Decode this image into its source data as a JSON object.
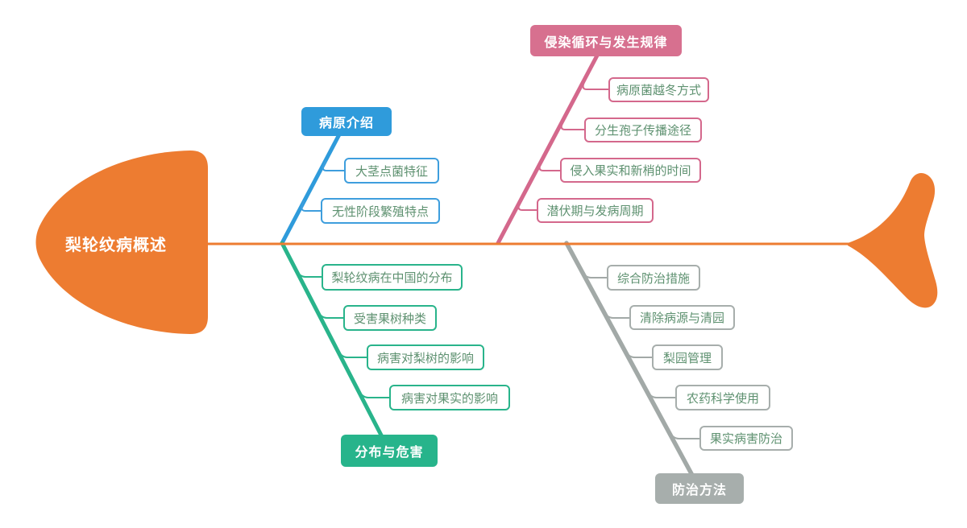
{
  "diagram": {
    "type": "fishbone-mindmap",
    "background": "#FFFFFF",
    "spine_color": "#ED7C31",
    "item_text_color": "#5E9170"
  },
  "head": {
    "label": "梨轮纹病概述",
    "color": "#ED7C31"
  },
  "tail": {
    "color": "#ED7C31"
  },
  "branches": [
    {
      "label": "病原介绍",
      "color": "#2F9BDB",
      "position": "top",
      "items": [
        "大茎点菌特征",
        "无性阶段繁殖特点"
      ]
    },
    {
      "label": "侵染循环与发生规律",
      "color": "#D7708F",
      "position": "top",
      "items": [
        "病原菌越冬方式",
        "分生孢子传播途径",
        "侵入果实和新梢的时间",
        "潜伏期与发病周期"
      ]
    },
    {
      "label": "分布与危害",
      "color": "#27B48B",
      "position": "bottom",
      "items": [
        "梨轮纹病在中国的分布",
        "受害果树种类",
        "病害对梨树的影响",
        "病害对果实的影响"
      ]
    },
    {
      "label": "防治方法",
      "color": "#A7AEAC",
      "position": "bottom",
      "items": [
        "综合防治措施",
        "清除病源与清园",
        "梨园管理",
        "农药科学使用",
        "果实病害防治"
      ]
    }
  ]
}
